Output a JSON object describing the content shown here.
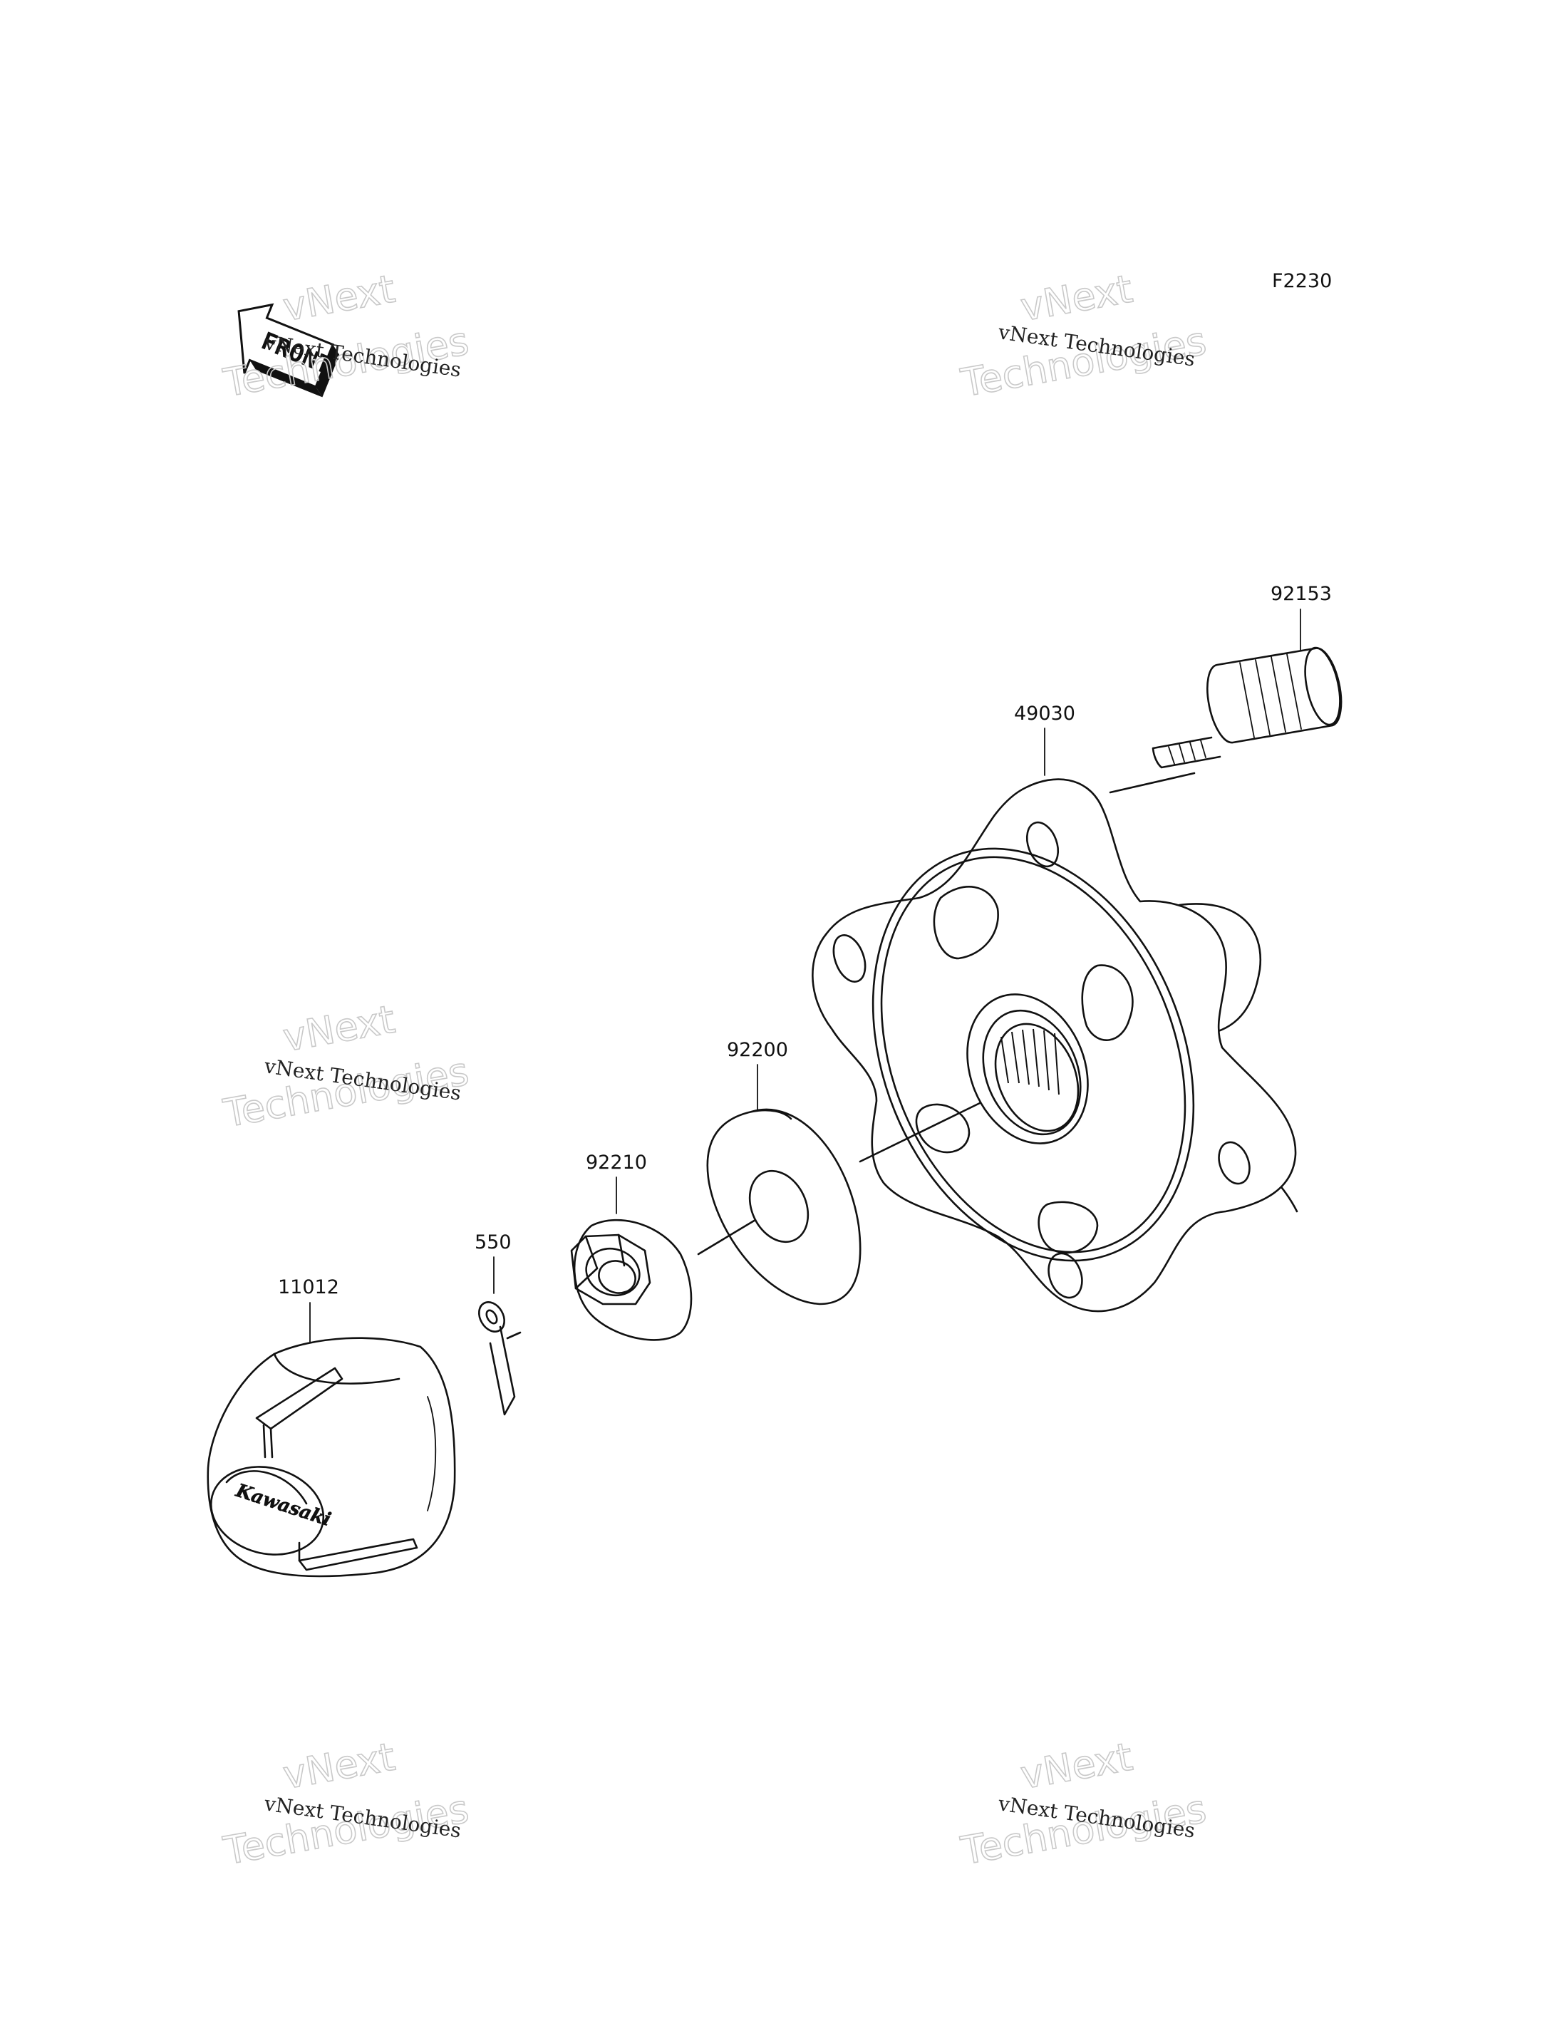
{
  "diagram_code": "F2230",
  "front_label": "FRONT",
  "watermark": {
    "line_small": "vNext Technologies",
    "line_large_top": "vNext",
    "line_large_bottom": "Technologies"
  },
  "cap_brand": "Kawasaki",
  "parts": [
    {
      "number": "92153"
    },
    {
      "number": "49030"
    },
    {
      "number": "92200"
    },
    {
      "number": "92210"
    },
    {
      "number": "550"
    },
    {
      "number": "11012"
    }
  ]
}
